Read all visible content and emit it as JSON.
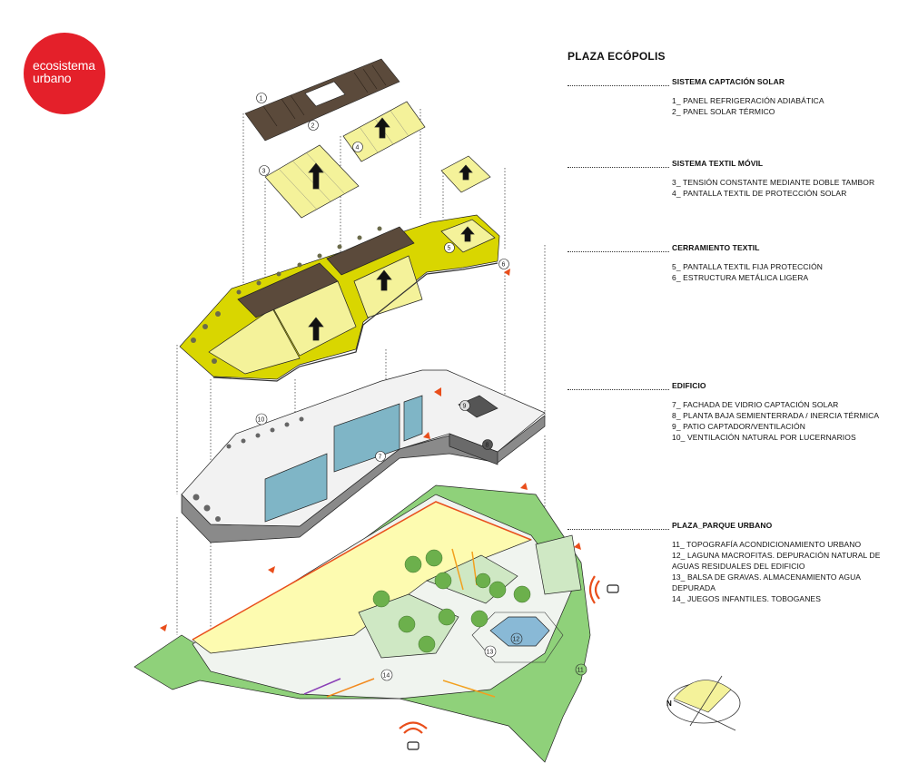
{
  "brand": {
    "line1": "ecosistema",
    "line2": "urbano",
    "color": "#e4202a"
  },
  "title": "PLAZA ECÓPOLIS",
  "sections": [
    {
      "heading": "SISTEMA CAPTACIÓN SOLAR",
      "items": [
        "1_ PANEL REFRIGERACIÓN ADIABÁTICA",
        "2_ PANEL SOLAR TÉRMICO"
      ]
    },
    {
      "heading": "SISTEMA TEXTIL MÓVIL",
      "items": [
        "3_ TENSIÓN CONSTANTE MEDIANTE DOBLE TAMBOR",
        "4_ PANTALLA TEXTIL DE PROTECCIÓN SOLAR"
      ]
    },
    {
      "heading": "CERRAMIENTO TEXTIL",
      "items": [
        "5_ PANTALLA TEXTIL FIJA PROTECCIÓN",
        "6_ ESTRUCTURA METÁLICA LIGERA"
      ]
    },
    {
      "heading": "EDIFICIO",
      "items": [
        "7_ FACHADA DE VIDRIO CAPTACIÓN SOLAR",
        "8_ PLANTA BAJA SEMIENTERRADA / INERCIA TÉRMICA",
        "9_ PATIO CAPTADOR/VENTILACIÓN",
        "10_ VENTILACIÓN NATURAL POR LUCERNARIOS"
      ]
    },
    {
      "heading": "PLAZA_PARQUE URBANO",
      "items": [
        "11_ TOPOGRAFÍA ACONDICIONAMIENTO URBANO",
        "12_ LAGUNA MACROFITAS. DEPURACIÓN NATURAL DE AGUAS RESIDUALES DEL EDIFICIO",
        "13_ BALSA DE GRAVAS. ALMACENAMIENTO AGUA DEPURADA",
        "14_ JUEGOS INFANTILES. TOBOGANES"
      ]
    }
  ],
  "markers": [
    "1",
    "2",
    "3",
    "4",
    "5",
    "6",
    "7",
    "8",
    "9",
    "10",
    "11",
    "12",
    "13",
    "14"
  ],
  "compass_label": "N",
  "colors": {
    "textile": "#f4f29a",
    "textile_dark": "#d9d600",
    "solar_panel": "#5b4a3b",
    "grass": "#8fd17a",
    "plaza": "#fdfbb0",
    "water": "#89b9d6",
    "glass": "#7fb5c6",
    "accent_red": "#e94e1b"
  }
}
